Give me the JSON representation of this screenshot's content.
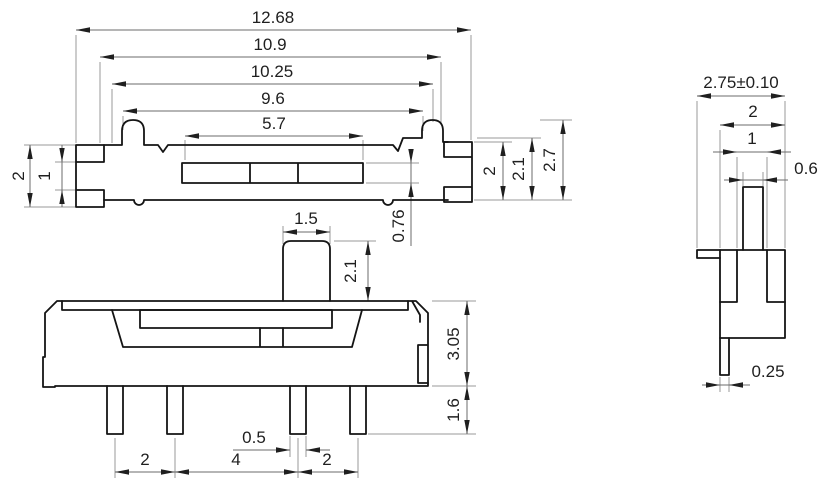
{
  "drawing": {
    "type": "mechanical-dimension-drawing",
    "part": "slide-switch"
  },
  "views": {
    "top": {
      "h_dims": [
        "12.68",
        "10.9",
        "10.25",
        "9.6",
        "5.7"
      ],
      "left_dims": [
        "2",
        "1"
      ],
      "right_dims": [
        "2",
        "2.1",
        "2.7"
      ],
      "slot_height": "0.76"
    },
    "front": {
      "knob_width": "1.5",
      "knob_height": "2.1",
      "body_height": "3.05",
      "pin_length": "1.6",
      "pin_width": "0.5",
      "pin_pitch": [
        "2",
        "4",
        "2"
      ]
    },
    "side": {
      "overall_width": "2.75±0.10",
      "body_width": "2",
      "channel_width": "1",
      "stem_width": "0.6",
      "pin_thickness": "0.25"
    }
  },
  "colors": {
    "background": "#ffffff",
    "outline": "#141414",
    "dim": "#6b6b6b",
    "ext": "#999999",
    "arrow": "#1f1f1f",
    "text": "#1f1f1f"
  }
}
